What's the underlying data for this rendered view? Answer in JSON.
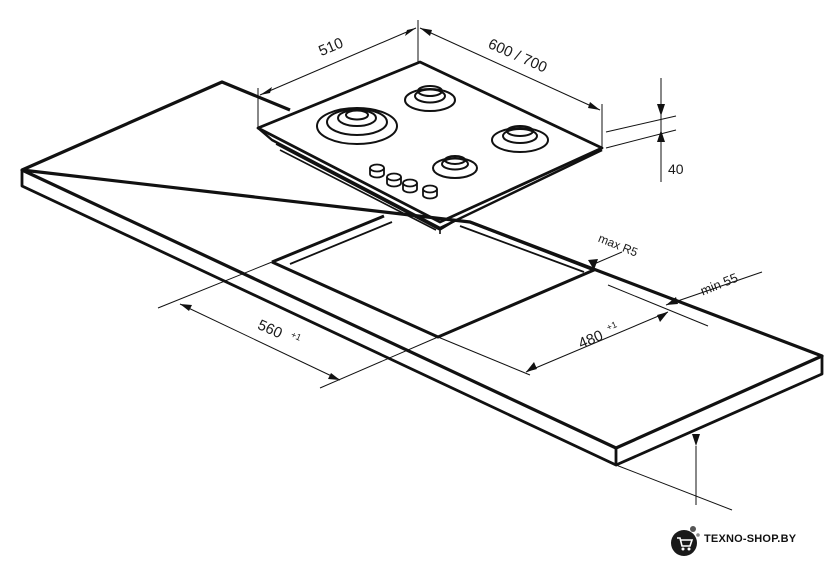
{
  "dimensions": {
    "hob_depth": "510",
    "hob_width": "600 / 700",
    "hob_height": "40",
    "corner_radius": "max R5",
    "min_distance": "min 55",
    "cutout_width_value": "560",
    "cutout_width_tol": "+1",
    "cutout_depth_value": "480",
    "cutout_depth_tol": "+1"
  },
  "watermark": {
    "text": "TEXNO-SHOP.BY"
  }
}
